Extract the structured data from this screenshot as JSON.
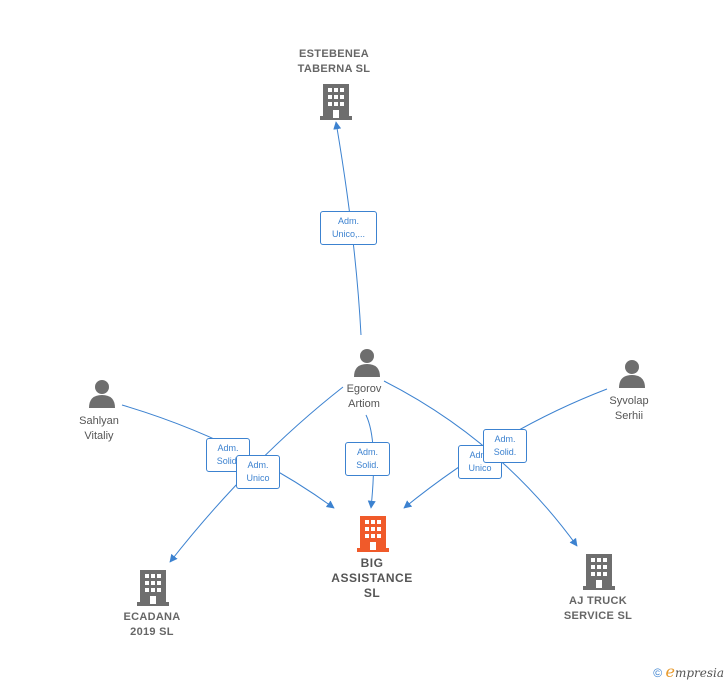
{
  "colors": {
    "edge": "#3c82d0",
    "company": "#6e6e6e",
    "main_company": "#f05a2a",
    "person": "#6e6e6e"
  },
  "nodes": {
    "estebenea": {
      "label": "ESTEBENEA\nTABERNA  SL",
      "icon": "building-icon"
    },
    "big": {
      "label": "BIG\nASSISTANCE\nSL",
      "icon": "building-icon"
    },
    "ecadana": {
      "label": "ECADANA\n2019  SL",
      "icon": "building-icon"
    },
    "ajtruck": {
      "label": "AJ TRUCK\nSERVICE  SL",
      "icon": "building-icon"
    },
    "egorov": {
      "label": "Egorov\nArtiom",
      "icon": "person-icon"
    },
    "sahlyan": {
      "label": "Sahlyan\nVitaliy",
      "icon": "person-icon"
    },
    "syvolap": {
      "label": "Syvolap\nSerhii",
      "icon": "person-icon"
    }
  },
  "edges": {
    "egorov_estebenea": "Adm.\nUnico,...",
    "egorov_big": "Adm.\nSolid.",
    "sahlyan_big": "Adm.\nSolid.",
    "egorov_ecadana": "Adm.\nUnico",
    "egorov_ajtruck": "Adm.\nUnico",
    "syvolap_big": "Adm.\nSolid."
  },
  "footer": {
    "copyright": "©",
    "brand_initial": "e",
    "brand_rest": "mpresia"
  }
}
